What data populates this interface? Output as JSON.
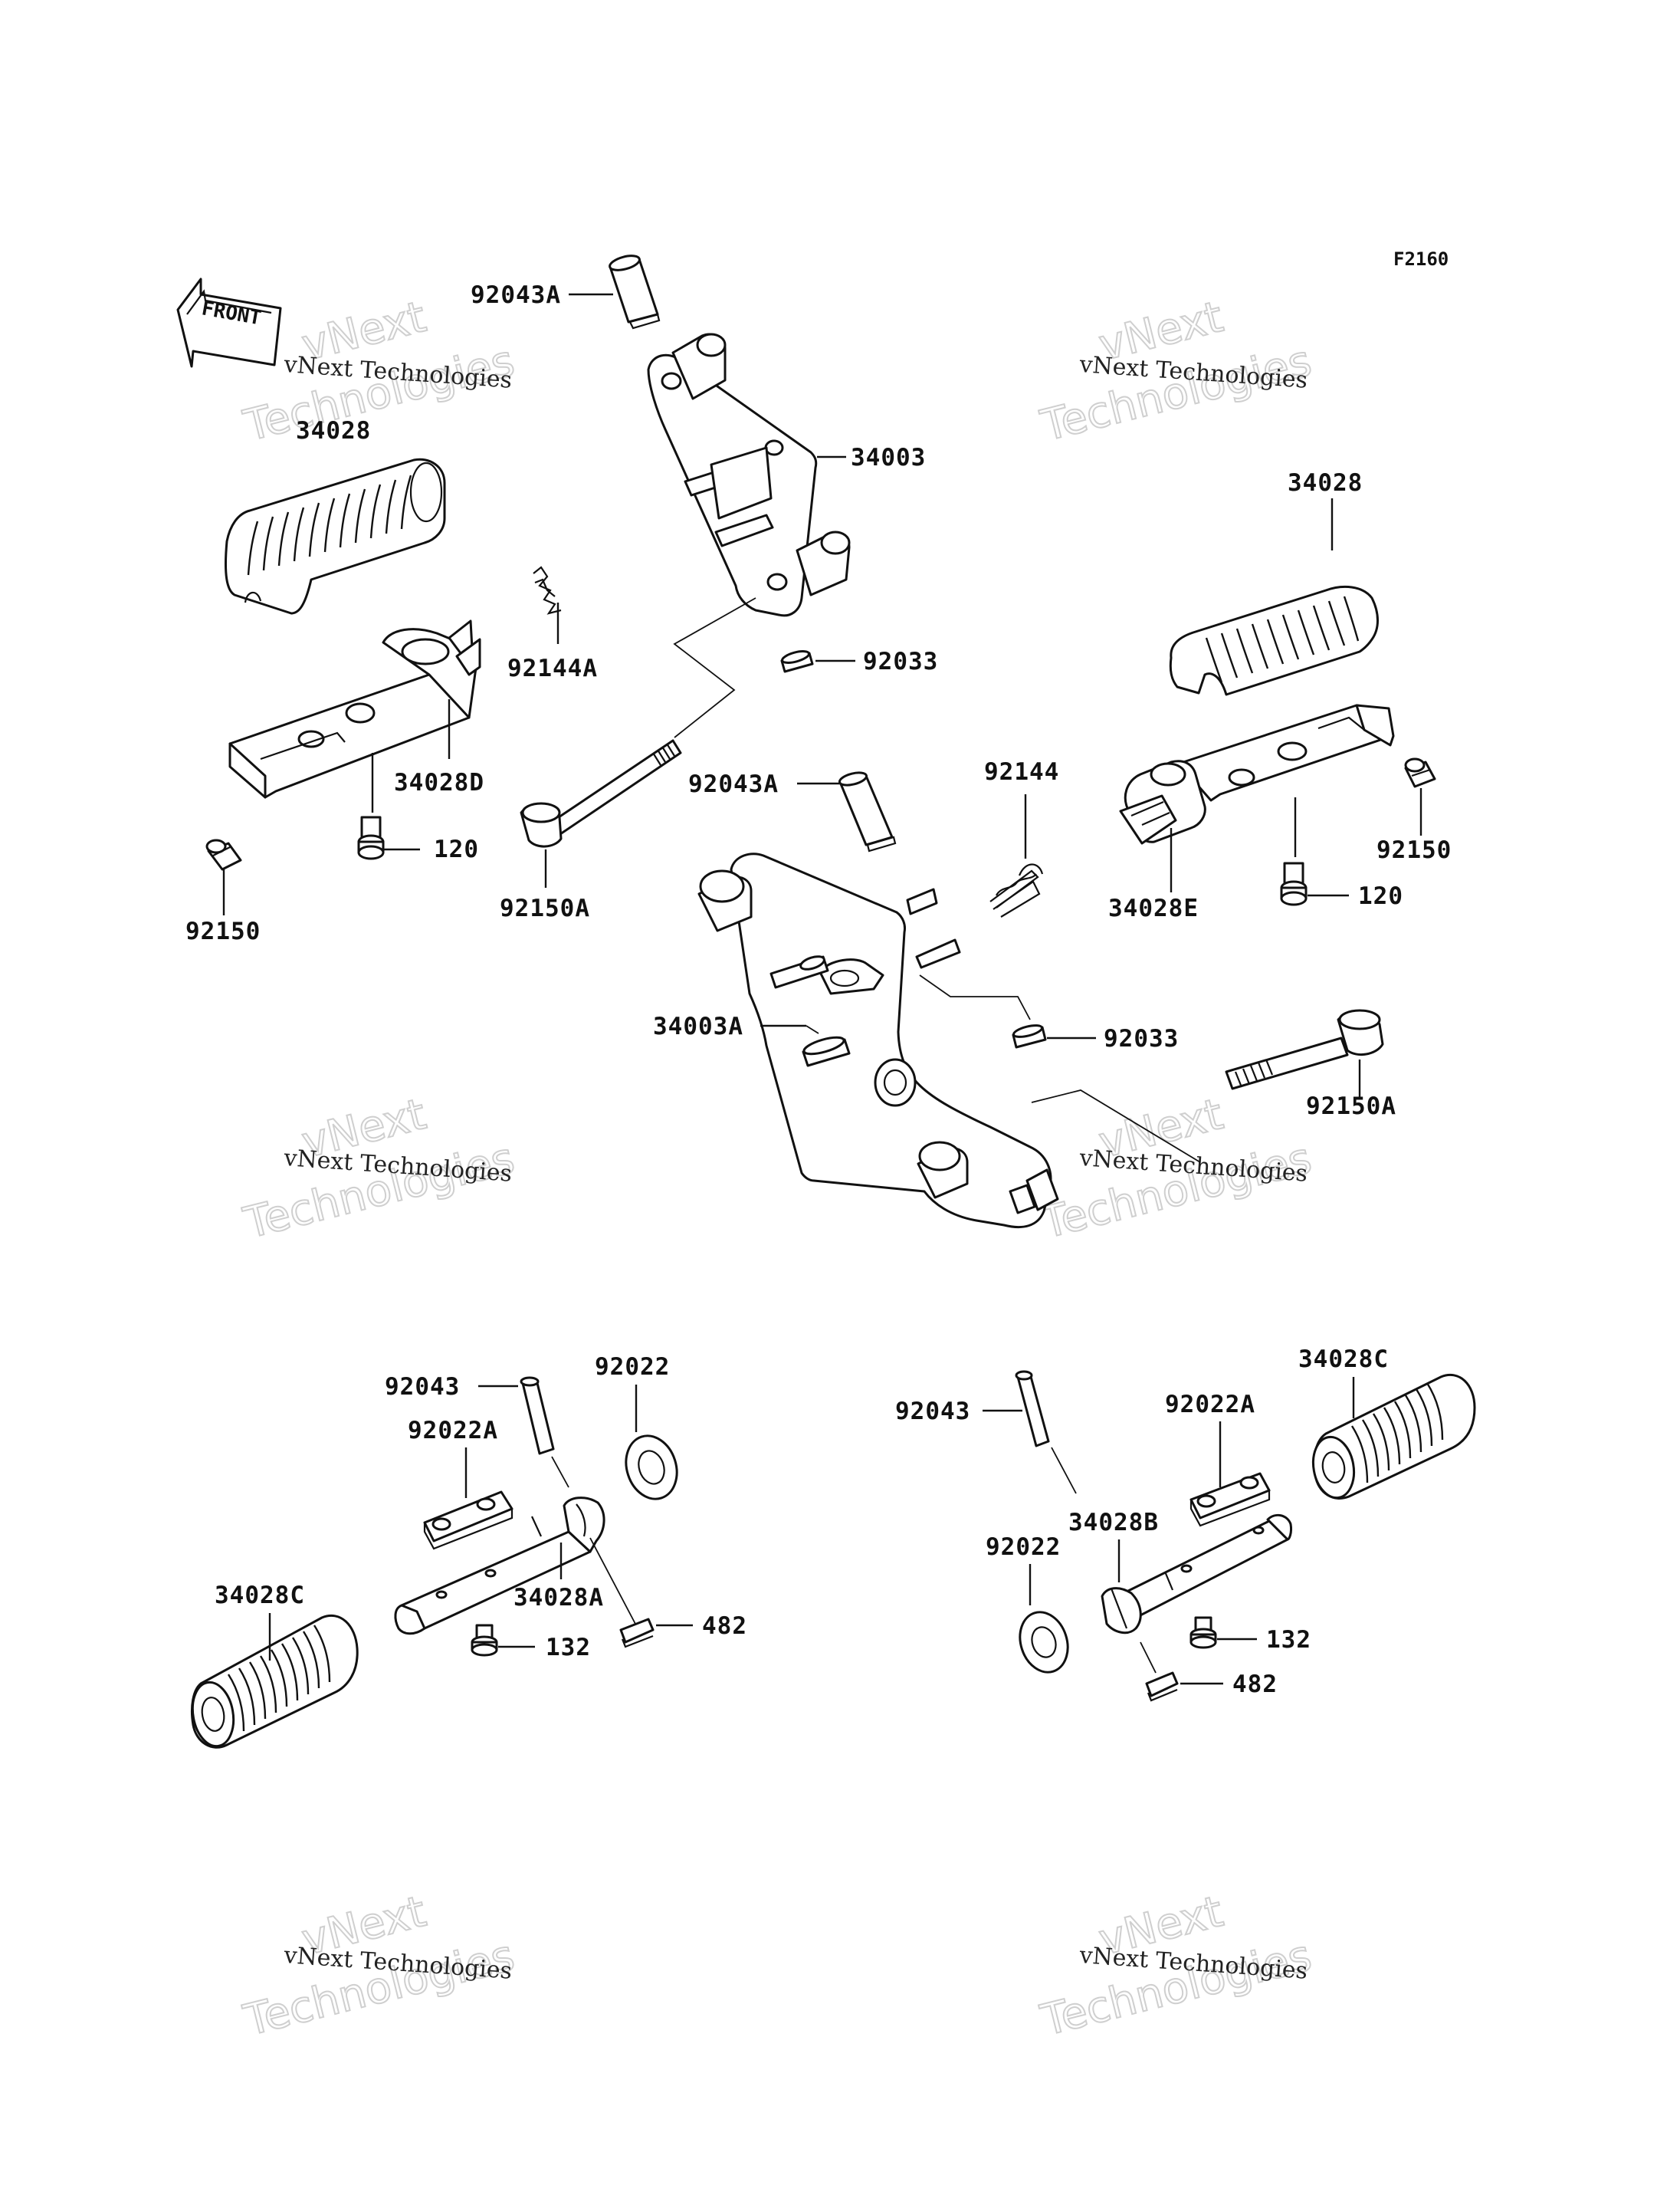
{
  "figure_code": "F2160",
  "front_arrow": {
    "label": "FRONT",
    "icon": "front-arrow-icon"
  },
  "watermark": {
    "line1": "vNext Technologies",
    "line2": "vNext",
    "line3": "Technologies"
  },
  "labels": {
    "l_92043A_top": "92043A",
    "l_34003": "34003",
    "l_34028_left": "34028",
    "l_92144A": "92144A",
    "l_92033_top": "92033",
    "l_34028_right": "34028",
    "l_34028D": "34028D",
    "l_120_left": "120",
    "l_92150_left": "92150",
    "l_92150A_left": "92150A",
    "l_92043A_mid": "92043A",
    "l_92144": "92144",
    "l_92150_right": "92150",
    "l_34028E": "34028E",
    "l_120_right": "120",
    "l_34003A": "34003A",
    "l_92033_mid": "92033",
    "l_92150A_right": "92150A",
    "l_92043_left": "92043",
    "l_92022_left": "92022",
    "l_92022A_left": "92022A",
    "l_34028C_left": "34028C",
    "l_34028A": "34028A",
    "l_132_left": "132",
    "l_482_left": "482",
    "l_92043_right": "92043",
    "l_34028C_right": "34028C",
    "l_92022A_right": "92022A",
    "l_34028B": "34028B",
    "l_92022_right": "92022",
    "l_132_right": "132",
    "l_482_right": "482"
  }
}
